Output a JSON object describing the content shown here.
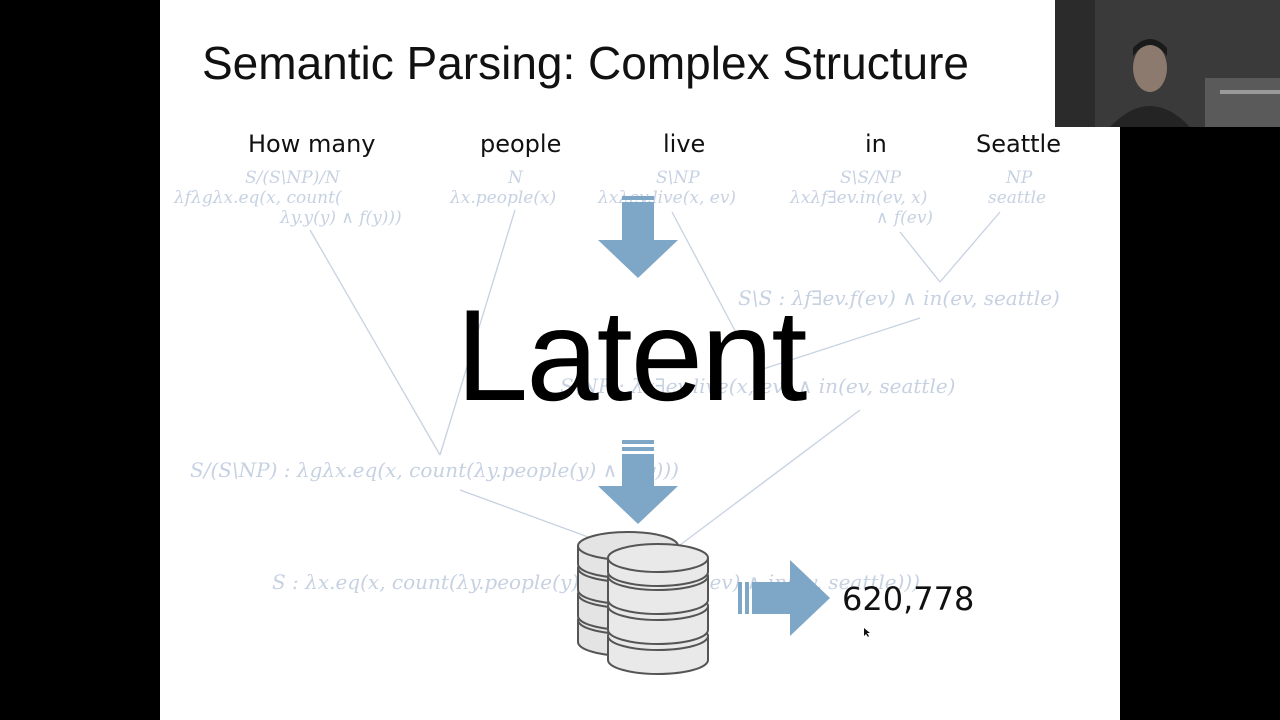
{
  "slide": {
    "title": "Semantic Parsing: Complex Structure",
    "words": [
      "How many",
      "people",
      "live",
      "in",
      "Seattle"
    ],
    "lexical_categories": {
      "how_many": [
        "S/(S\\NP)/N",
        "λfλgλx.eq(x, count(",
        "λy.y(y) ∧ f(y)))"
      ],
      "people": [
        "N",
        "λx.people(x)"
      ],
      "live": [
        "S\\NP",
        "λxλev.live(x, ev)"
      ],
      "in": [
        "S\\S/NP",
        "λxλf∃ev.in(ev, x)",
        "∧ f(ev)"
      ],
      "seattle": [
        "NP",
        "seattle"
      ]
    },
    "derivations": {
      "d1": "S\\S : λf∃ev.f(ev) ∧ in(ev, seattle)",
      "d2": "S\\NP : λx∃ev.live(x, ev) ∧ in(ev, seattle)",
      "d3": "S/(S\\NP) : λgλx.eq(x, count(λy.people(y) ∧ g(y)))",
      "d4": "S : λx.eq(x, count(λy.people(y) ∧ ∃ev.live(y, ev) ∧ in(ev, seattle)))"
    },
    "latent_label": "Latent",
    "answer": "620,778"
  },
  "colors": {
    "arrow": "#7ea6c6",
    "faded_text": "#c6d1e2",
    "slide_bg": "#ffffff",
    "frame_bg": "#000000"
  },
  "icons": {
    "database": "database-icon",
    "arrow_down": "arrow-down-icon",
    "arrow_right": "arrow-right-icon"
  }
}
